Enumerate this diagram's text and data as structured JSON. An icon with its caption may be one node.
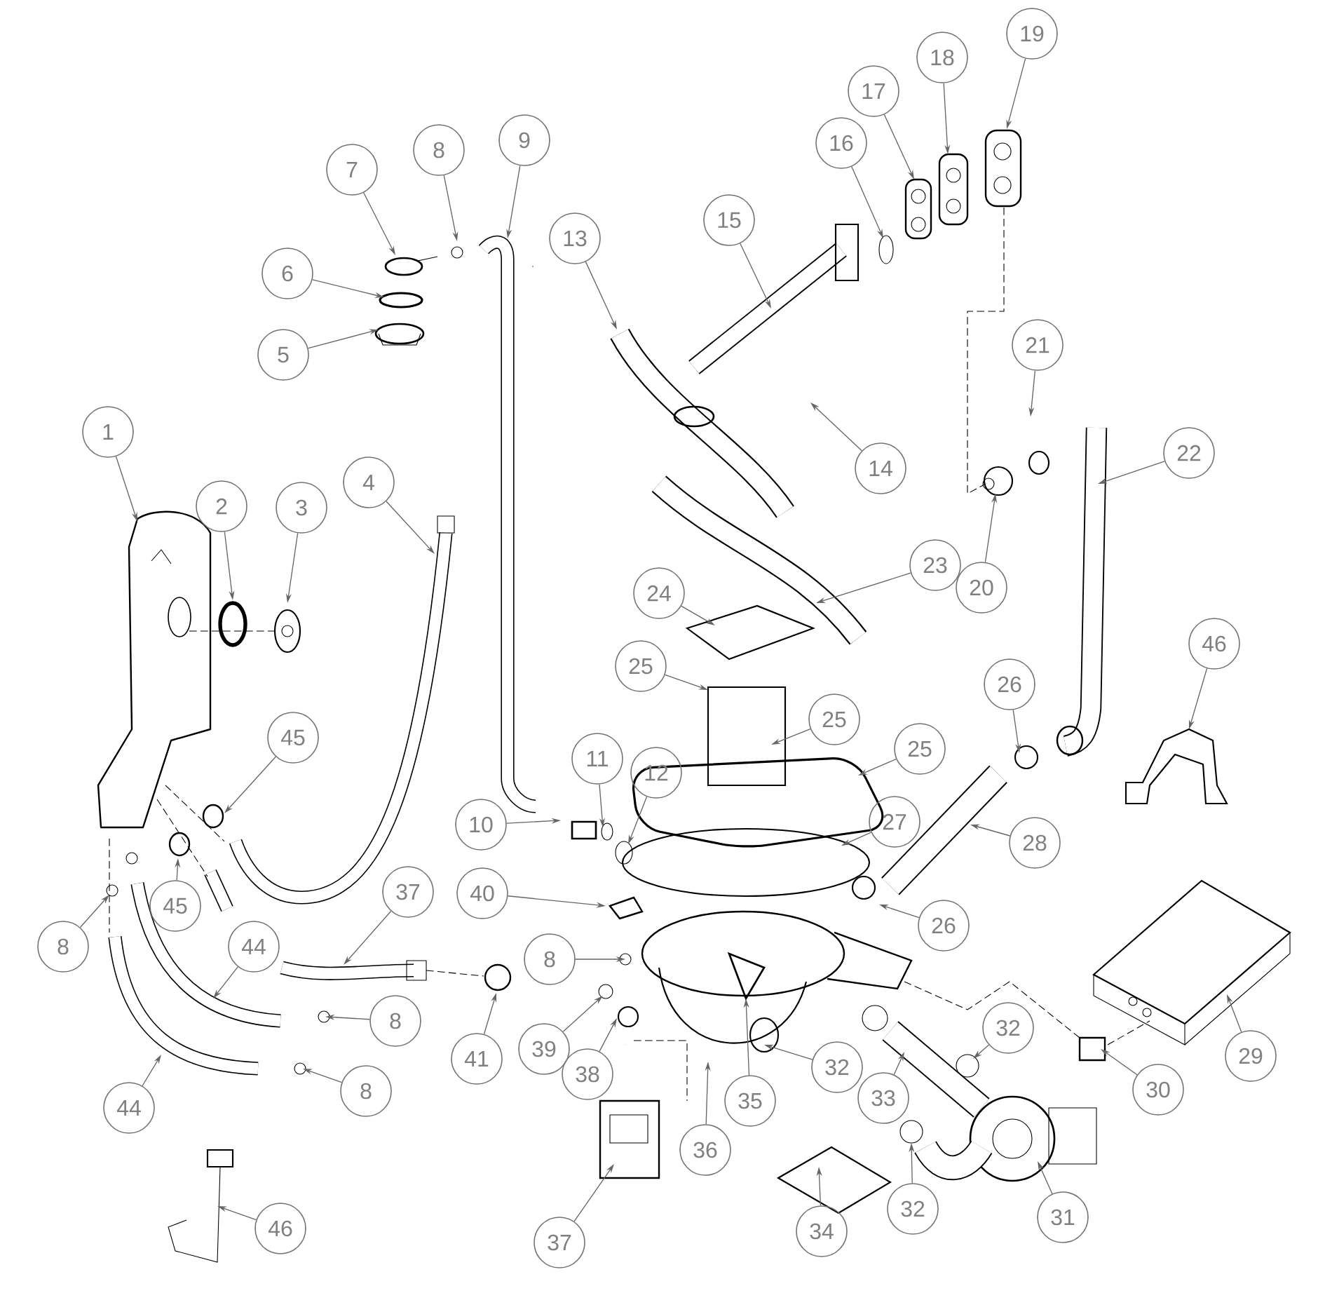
{
  "diagram": {
    "nodes": [
      {
        "text": [
          "1"
        ]
      },
      {
        "text": [
          "2"
        ]
      },
      {
        "text": [
          "3"
        ]
      },
      {
        "text": [
          "4"
        ]
      },
      {
        "text": [
          "5"
        ]
      },
      {
        "text": [
          "6"
        ]
      },
      {
        "text": [
          "7"
        ]
      },
      {
        "text": [
          "8"
        ]
      },
      {
        "text": [
          "9"
        ]
      },
      {
        "text": [
          "13"
        ]
      },
      {
        "text": [
          "15"
        ]
      },
      {
        "text": [
          "16"
        ]
      },
      {
        "text": [
          "17"
        ]
      },
      {
        "text": [
          "18"
        ]
      },
      {
        "text": [
          "19"
        ]
      },
      {
        "text": [
          "14"
        ]
      },
      {
        "text": [
          "21"
        ]
      },
      {
        "text": [
          "22"
        ]
      },
      {
        "text": [
          "20"
        ]
      },
      {
        "text": [
          "23"
        ]
      },
      {
        "text": [
          "24"
        ]
      },
      {
        "text": [
          "25"
        ]
      },
      {
        "text": [
          "25"
        ]
      },
      {
        "text": [
          "25"
        ]
      },
      {
        "text": [
          "26"
        ]
      },
      {
        "text": [
          "26"
        ]
      },
      {
        "text": [
          "27"
        ]
      },
      {
        "text": [
          "28"
        ]
      },
      {
        "text": [
          "29"
        ]
      },
      {
        "text": [
          "30"
        ]
      },
      {
        "text": [
          "31"
        ]
      },
      {
        "text": [
          "32"
        ]
      },
      {
        "text": [
          "32"
        ]
      },
      {
        "text": [
          "32"
        ]
      },
      {
        "text": [
          "33"
        ]
      },
      {
        "text": [
          "34"
        ]
      },
      {
        "text": [
          "35"
        ]
      },
      {
        "text": [
          "36"
        ]
      },
      {
        "text": [
          "37"
        ]
      },
      {
        "text": [
          "37"
        ]
      },
      {
        "text": [
          "38"
        ]
      },
      {
        "text": [
          "39"
        ]
      },
      {
        "text": [
          "40"
        ]
      },
      {
        "text": [
          "41"
        ]
      },
      {
        "text": [
          "8"
        ]
      },
      {
        "text": [
          "8"
        ]
      },
      {
        "text": [
          "8"
        ]
      },
      {
        "text": [
          "8"
        ]
      },
      {
        "text": [
          "10"
        ]
      },
      {
        "text": [
          "11"
        ]
      },
      {
        "text": [
          "12"
        ]
      },
      {
        "text": [
          "44"
        ]
      },
      {
        "text": [
          "44"
        ]
      },
      {
        "text": [
          "45"
        ]
      },
      {
        "text": [
          "45"
        ]
      },
      {
        "text": [
          "46"
        ]
      },
      {
        "text": [
          "46"
        ]
      }
    ],
    "edges": [
      {
        "from": 0,
        "to": null,
        "arrow": "to"
      },
      {
        "from": 1,
        "to": null,
        "arrow": "to"
      },
      {
        "from": 2,
        "to": null,
        "arrow": "to"
      },
      {
        "from": 3,
        "to": null,
        "arrow": "to"
      },
      {
        "from": 4,
        "to": null,
        "arrow": "to"
      },
      {
        "from": 5,
        "to": null,
        "arrow": "to"
      },
      {
        "from": 6,
        "to": null,
        "arrow": "to"
      },
      {
        "from": 7,
        "to": null,
        "arrow": "to"
      },
      {
        "from": 8,
        "to": null,
        "arrow": "to"
      },
      {
        "from": 9,
        "to": null,
        "arrow": "to"
      },
      {
        "from": 10,
        "to": null,
        "arrow": "to"
      },
      {
        "from": 11,
        "to": null,
        "arrow": "to"
      },
      {
        "from": 12,
        "to": null,
        "arrow": "to"
      },
      {
        "from": 13,
        "to": null,
        "arrow": "to"
      },
      {
        "from": 14,
        "to": null,
        "arrow": "to"
      },
      {
        "from": 15,
        "to": null,
        "arrow": "to"
      },
      {
        "from": 16,
        "to": null,
        "arrow": "to"
      },
      {
        "from": 17,
        "to": null,
        "arrow": "to"
      },
      {
        "from": 18,
        "to": null,
        "arrow": "to"
      },
      {
        "from": 19,
        "to": null,
        "arrow": "to"
      },
      {
        "from": 20,
        "to": null,
        "arrow": "to"
      },
      {
        "from": 21,
        "to": null,
        "arrow": "to"
      },
      {
        "from": 22,
        "to": null,
        "arrow": "to"
      },
      {
        "from": 23,
        "to": null,
        "arrow": "to"
      },
      {
        "from": 24,
        "to": null,
        "arrow": "to"
      },
      {
        "from": 25,
        "to": null,
        "arrow": "to"
      },
      {
        "from": 26,
        "to": null,
        "arrow": "to"
      },
      {
        "from": 27,
        "to": null,
        "arrow": "to"
      },
      {
        "from": 28,
        "to": null,
        "arrow": "to"
      },
      {
        "from": 29,
        "to": null,
        "arrow": "to"
      },
      {
        "from": 30,
        "to": null,
        "arrow": "to"
      },
      {
        "from": 31,
        "to": null,
        "arrow": "to"
      },
      {
        "from": 32,
        "to": null,
        "arrow": "to"
      },
      {
        "from": 33,
        "to": null,
        "arrow": "to"
      },
      {
        "from": 34,
        "to": null,
        "arrow": "to"
      },
      {
        "from": 35,
        "to": null,
        "arrow": "to"
      },
      {
        "from": 36,
        "to": null,
        "arrow": "to"
      },
      {
        "from": 37,
        "to": null,
        "arrow": "to"
      },
      {
        "from": 38,
        "to": null,
        "arrow": "to"
      },
      {
        "from": 39,
        "to": null,
        "arrow": "to"
      },
      {
        "from": 40,
        "to": null,
        "arrow": "to"
      },
      {
        "from": 41,
        "to": null,
        "arrow": "to"
      },
      {
        "from": 42,
        "to": null,
        "arrow": "to"
      },
      {
        "from": 43,
        "to": null,
        "arrow": "to"
      },
      {
        "from": 44,
        "to": null,
        "arrow": "to"
      },
      {
        "from": 45,
        "to": null,
        "arrow": "to"
      },
      {
        "from": 46,
        "to": null,
        "arrow": "to"
      },
      {
        "from": 47,
        "to": null,
        "arrow": "to"
      },
      {
        "from": 48,
        "to": null,
        "arrow": "to"
      },
      {
        "from": 49,
        "to": null,
        "arrow": "to"
      },
      {
        "from": 50,
        "to": null,
        "arrow": "to"
      },
      {
        "from": 51,
        "to": null,
        "arrow": "to"
      },
      {
        "from": 52,
        "to": null,
        "arrow": "to"
      },
      {
        "from": 53,
        "to": null,
        "arrow": "to"
      },
      {
        "from": 54,
        "to": null,
        "arrow": "to"
      },
      {
        "from": 55,
        "to": null,
        "arrow": "to"
      },
      {
        "from": 56,
        "to": null,
        "arrow": "to"
      }
    ]
  }
}
